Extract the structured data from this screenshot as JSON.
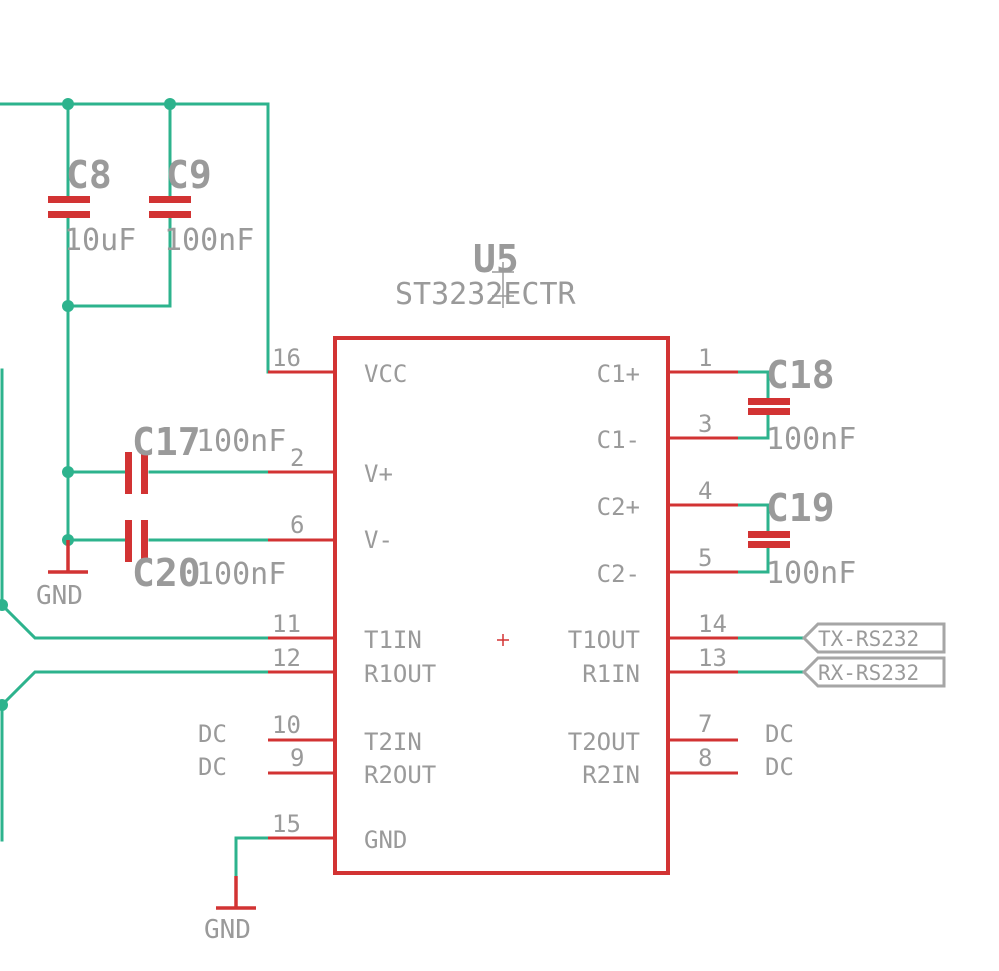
{
  "chip": {
    "designator": "U5",
    "part": "ST3232ECTR",
    "pins_left": [
      {
        "num": "16",
        "name": "VCC"
      },
      {
        "num": "2",
        "name": "V+"
      },
      {
        "num": "6",
        "name": "V-"
      },
      {
        "num": "11",
        "name": "T1IN"
      },
      {
        "num": "12",
        "name": "R1OUT"
      },
      {
        "num": "10",
        "name": "T2IN"
      },
      {
        "num": "9",
        "name": "R2OUT"
      },
      {
        "num": "15",
        "name": "GND"
      }
    ],
    "pins_right": [
      {
        "num": "1",
        "name": "C1+"
      },
      {
        "num": "3",
        "name": "C1-"
      },
      {
        "num": "4",
        "name": "C2+"
      },
      {
        "num": "5",
        "name": "C2-"
      },
      {
        "num": "14",
        "name": "T1OUT"
      },
      {
        "num": "13",
        "name": "R1IN"
      },
      {
        "num": "7",
        "name": "T2OUT"
      },
      {
        "num": "8",
        "name": "R2IN"
      }
    ]
  },
  "capacitors": {
    "c8": {
      "designator": "C8",
      "value": "10uF"
    },
    "c9": {
      "designator": "C9",
      "value": "100nF"
    },
    "c17": {
      "designator": "C17",
      "value": "100nF"
    },
    "c20": {
      "designator": "C20",
      "value": "100nF"
    },
    "c18": {
      "designator": "C18",
      "value": "100nF"
    },
    "c19": {
      "designator": "C19",
      "value": "100nF"
    }
  },
  "ground": {
    "label_left": "GND",
    "label_bottom": "GND"
  },
  "nc": {
    "label": "DC"
  },
  "net_labels": {
    "tx": "TX-RS232",
    "rx": "RX-RS232"
  },
  "colors": {
    "wire": "#2db38d",
    "symbol": "#d23333",
    "text": "#9a9a9a"
  }
}
